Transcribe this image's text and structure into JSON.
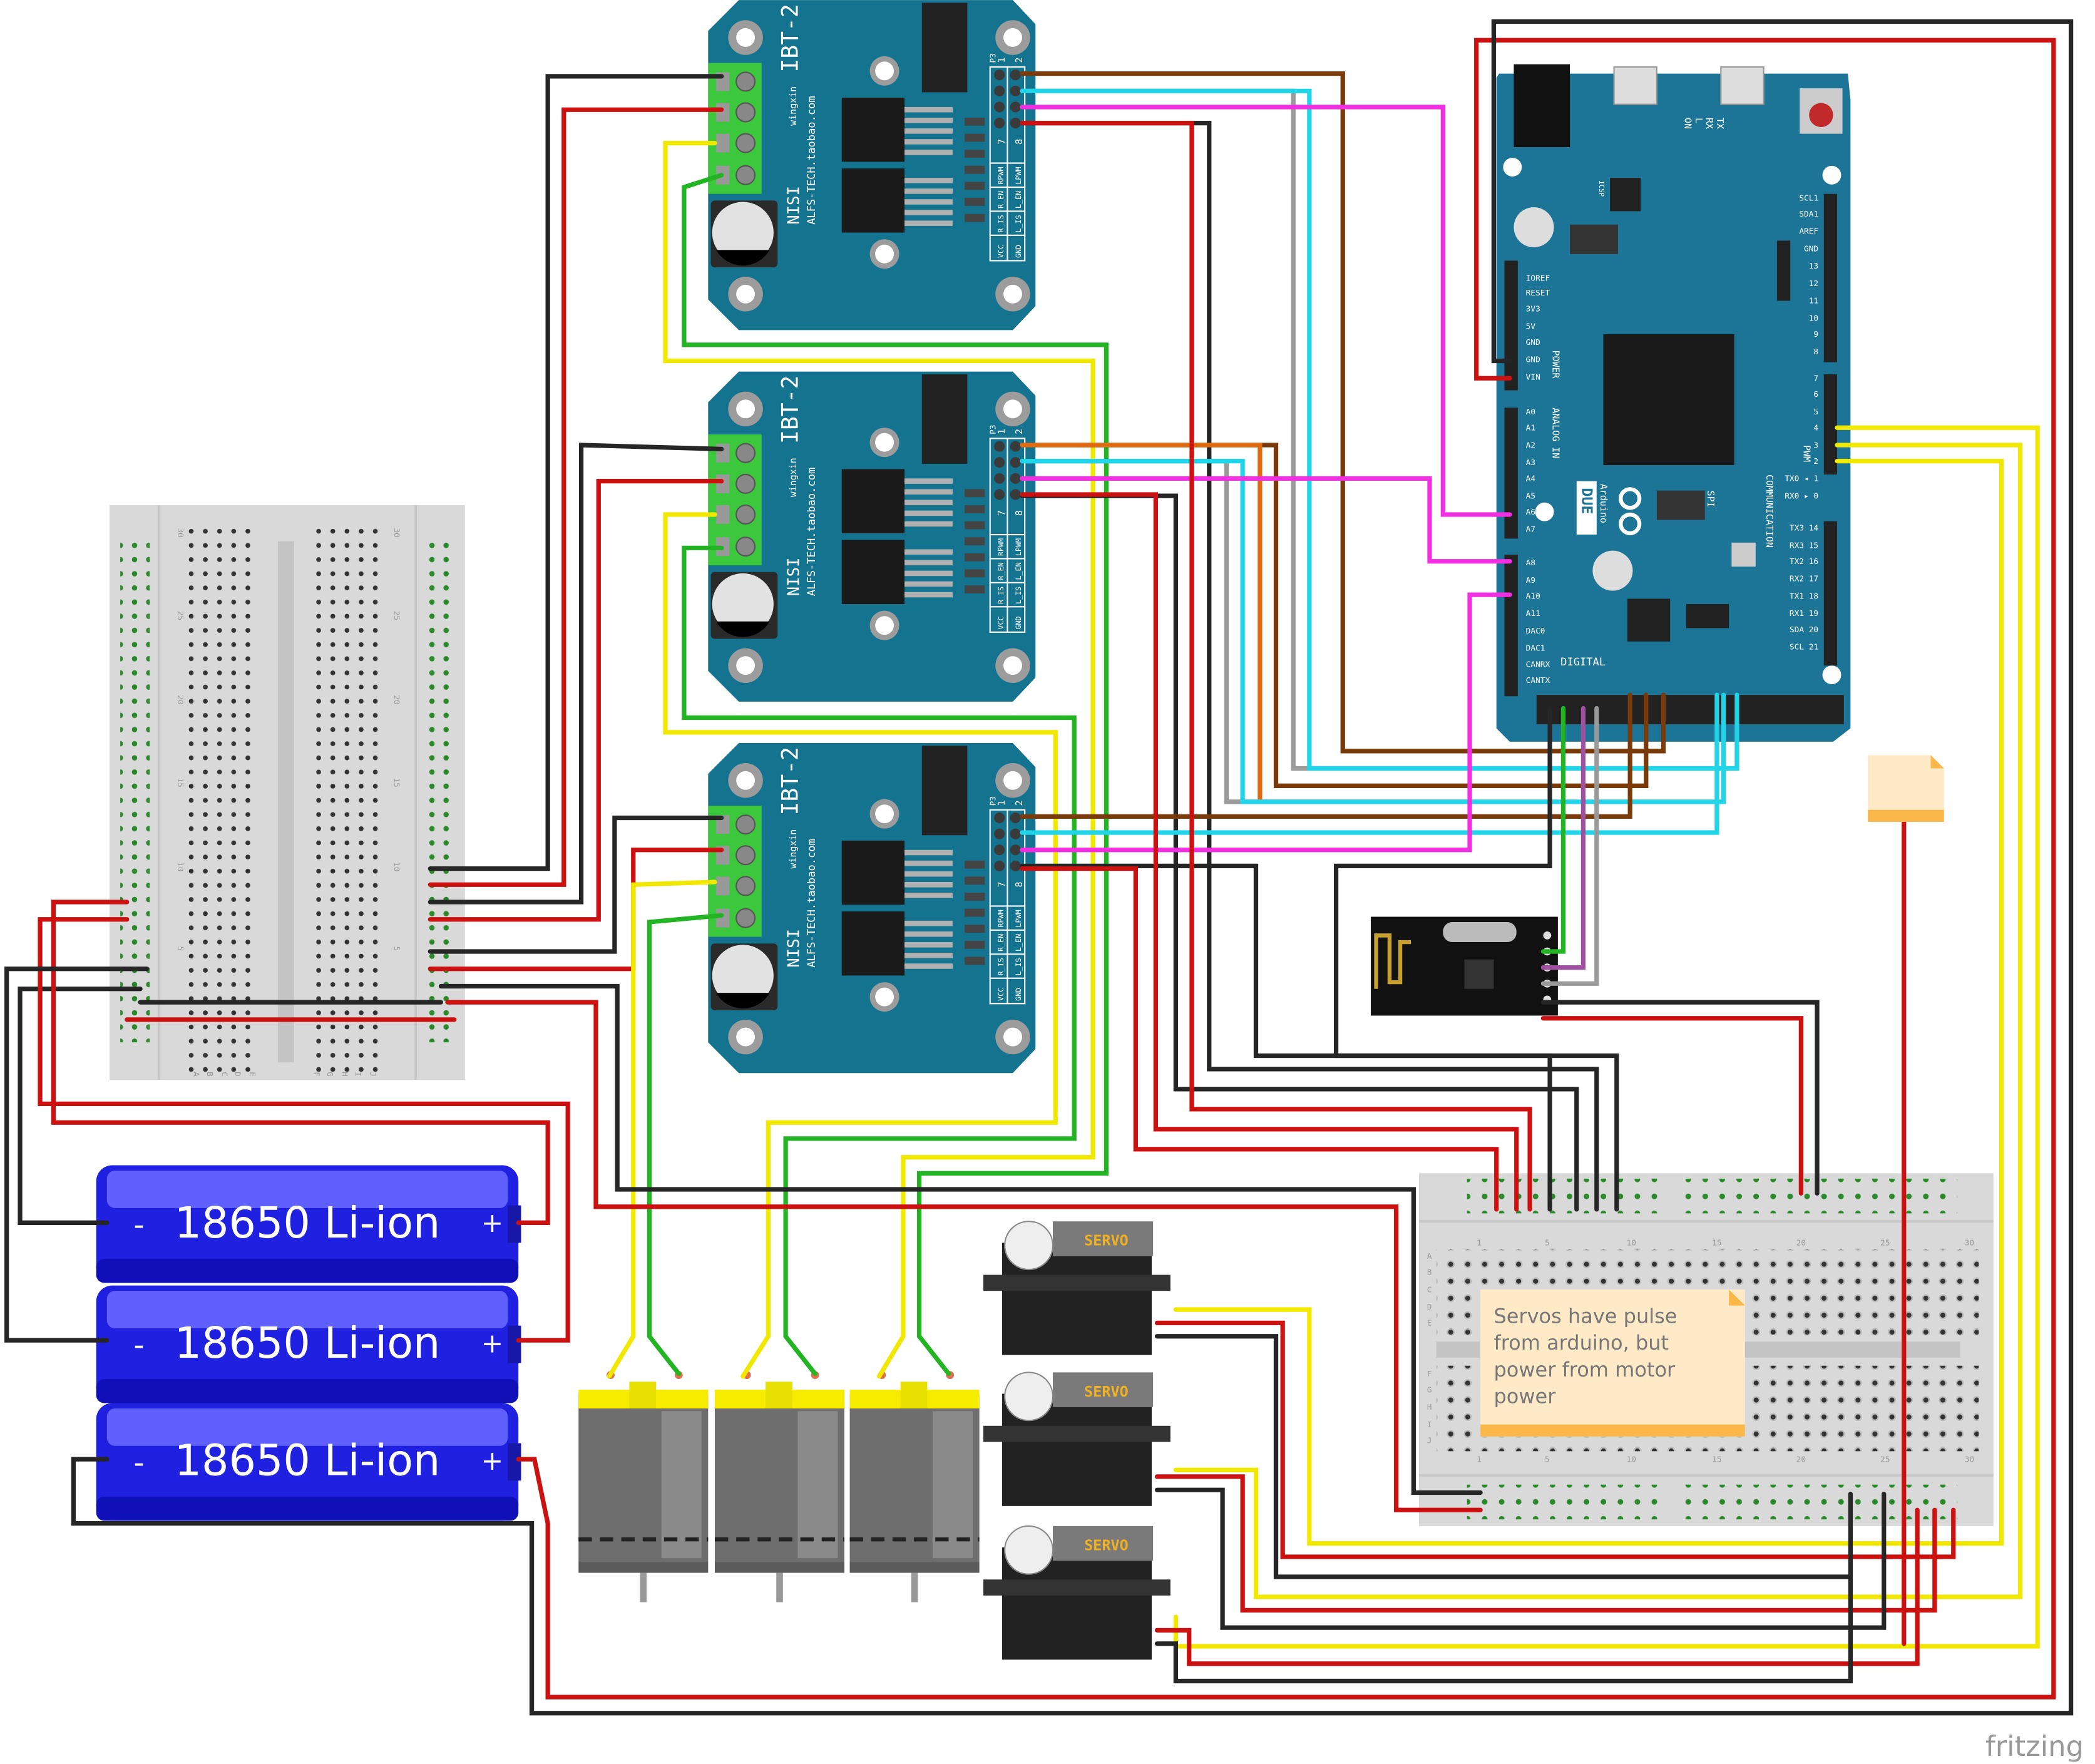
{
  "ibt_board": {
    "title": "IBT-2",
    "brand": "wingxin",
    "maker": "NISI",
    "url": "ALFS-TECH.taobao.com",
    "header_name": "P3",
    "pin_numbers": [
      "1",
      "2",
      "7",
      "8"
    ],
    "pin_labels_left": [
      "RPWM",
      "R_EN",
      "R_IS",
      "VCC"
    ],
    "pin_labels_right": [
      "LPWM",
      "L_EN",
      "L_IS",
      "GND"
    ],
    "board_color": "#14738f"
  },
  "arduino": {
    "model": "DUE",
    "brand": "Arduino",
    "sections": {
      "digital": "DIGITAL",
      "power": "POWER",
      "analog": "ANALOG IN",
      "communication": "COMMUNICATION",
      "pwm": "PWM",
      "spi": "SPI",
      "icsp": "ICSP"
    },
    "leds": [
      "TX",
      "RX",
      "L",
      "ON"
    ],
    "left_pins": [
      "IOREF",
      "RESET",
      "3V3",
      "5V",
      "GND",
      "GND",
      "VIN",
      "A0",
      "A1",
      "A2",
      "A3",
      "A4",
      "A5",
      "A6",
      "A7",
      "A8",
      "A9",
      "A10",
      "A11",
      "DAC0",
      "DAC1",
      "CANRX",
      "CANTX"
    ],
    "right_pins": [
      "SCL1",
      "SDA1",
      "AREF",
      "GND",
      "13",
      "12",
      "11",
      "10",
      "9",
      "8",
      "7",
      "6",
      "5",
      "4",
      "3",
      "2",
      "TX0 ◂ 1",
      "RX0 ▸ 0",
      "TX3 14",
      "RX3 15",
      "TX2 16",
      "RX2 17",
      "TX1 18",
      "RX1 19",
      "SDA 20",
      "SCL 21"
    ],
    "board_color": "#1c7497"
  },
  "batteries": [
    {
      "label": "18650 Li-ion",
      "minus": "-",
      "plus": "+"
    },
    {
      "label": "18650 Li-ion",
      "minus": "-",
      "plus": "+"
    },
    {
      "label": "18650 Li-ion",
      "minus": "-",
      "plus": "+"
    }
  ],
  "battery_color": "#2020e0",
  "servos": [
    {
      "label": "SERVO"
    },
    {
      "label": "SERVO"
    },
    {
      "label": "SERVO"
    }
  ],
  "left_breadboard": {
    "row_numbers": [
      "30",
      "25",
      "20",
      "15",
      "10",
      "5"
    ],
    "column_letters": [
      "A",
      "B",
      "C",
      "D",
      "E",
      "F",
      "G",
      "H",
      "I",
      "J"
    ]
  },
  "bottom_breadboard": {
    "column_numbers": [
      "1",
      "5",
      "10",
      "15",
      "20",
      "25",
      "30"
    ],
    "row_letters": [
      "A",
      "B",
      "C",
      "D",
      "E",
      "F",
      "G",
      "H",
      "I",
      "J"
    ]
  },
  "note": {
    "lines": [
      "Servos have pulse",
      "from arduino, but",
      "power from motor",
      "power"
    ],
    "color": "#ffeac8",
    "accent": "#fbb84a"
  },
  "watermark": "fritzing"
}
